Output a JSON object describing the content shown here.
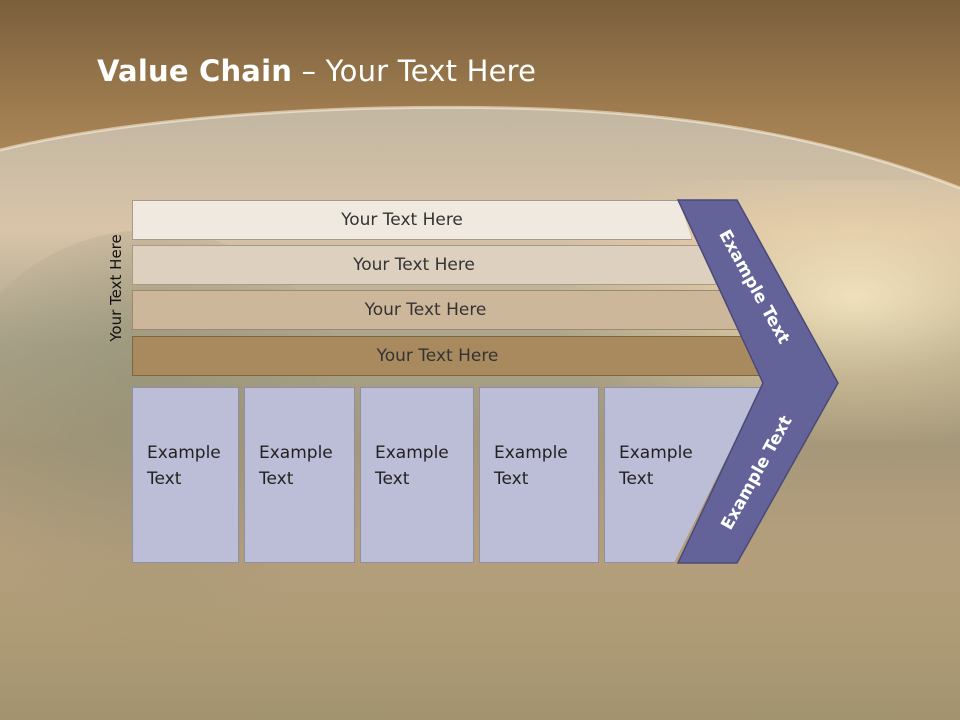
{
  "title": {
    "bold": "Value Chain",
    "rest": " – Your Text Here"
  },
  "side_label": "Your Text Here",
  "bars": [
    {
      "label": "Your Text Here",
      "color": "#efe9e0"
    },
    {
      "label": "Your Text Here",
      "color": "#ddd0bf"
    },
    {
      "label": "Your Text Here",
      "color": "#cdb79b"
    },
    {
      "label": "Your Text Here",
      "color": "#a98a5e"
    }
  ],
  "columns": [
    {
      "line1": "Example",
      "line2": "Text"
    },
    {
      "line1": "Example",
      "line2": "Text"
    },
    {
      "line1": "Example",
      "line2": "Text"
    },
    {
      "line1": "Example",
      "line2": "Text"
    },
    {
      "line1": "Example",
      "line2": "Text"
    }
  ],
  "chevron": {
    "upper_label": "Example Text",
    "lower_label": "Example Text",
    "color": "#63639a"
  },
  "colors": {
    "header": "#8b6c45",
    "column_fill": "#bcbdd6",
    "column_border": "#8e8fa7"
  }
}
